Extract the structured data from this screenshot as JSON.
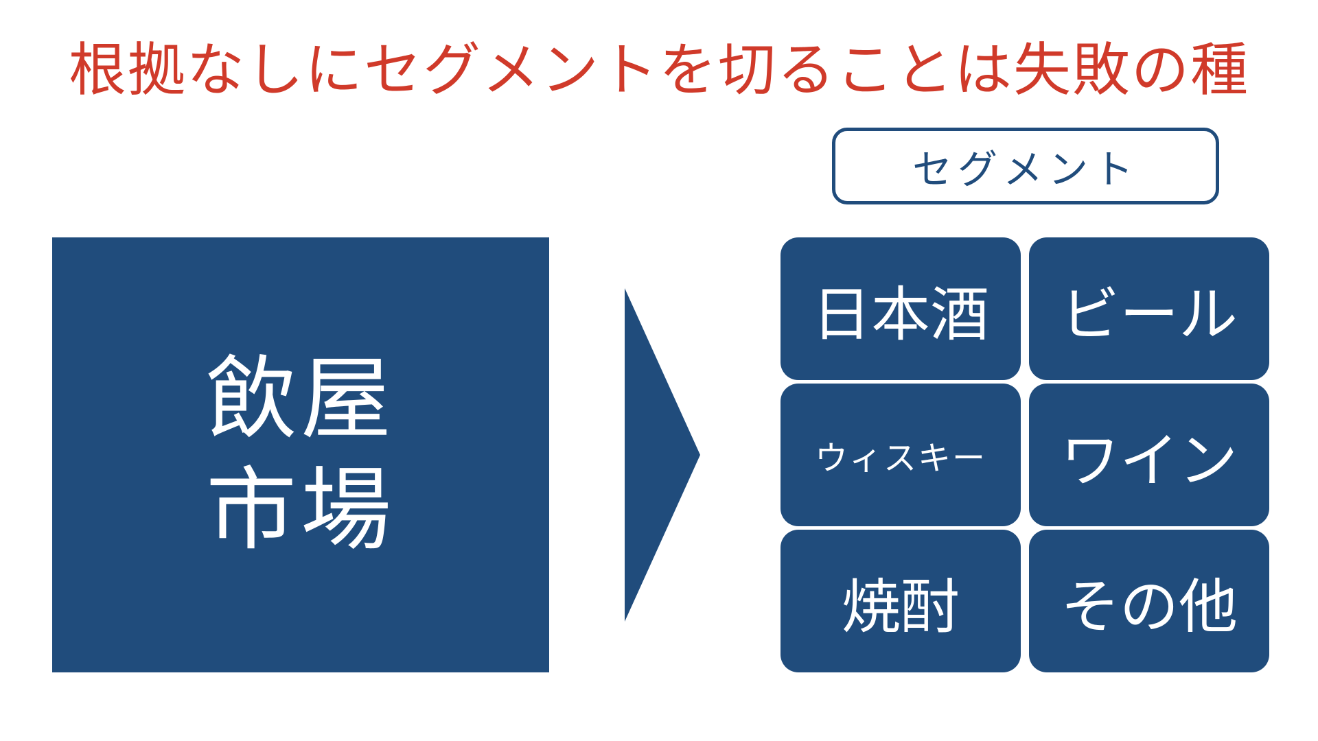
{
  "colors": {
    "title": "#d03a2a",
    "navy": "#204c7c",
    "white": "#ffffff"
  },
  "title": "根拠なしにセグメントを切ることは失敗の種",
  "segment_label": "セグメント",
  "market": {
    "line1": "飲屋",
    "line2": "市場"
  },
  "segments": [
    {
      "label": "日本酒"
    },
    {
      "label": "ビール"
    },
    {
      "label": "ウィスキー"
    },
    {
      "label": "ワイン"
    },
    {
      "label": "焼酎"
    },
    {
      "label": "その他"
    }
  ]
}
